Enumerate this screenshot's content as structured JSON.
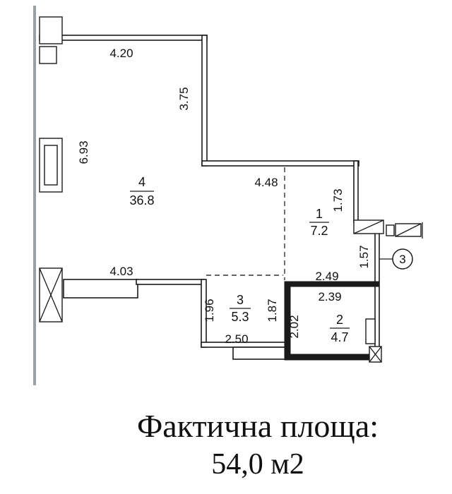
{
  "plan": {
    "dims": {
      "top_width": "4.20",
      "step_height": "3.75",
      "left_height": "6.93",
      "mid_width": "4.48",
      "room1_height": "1.73",
      "hall_width": "4.03",
      "right_height": "1.57",
      "room2_width_outer": "2.49",
      "room2_width_inner": "2.39",
      "room2_height": "2.02",
      "room3_left_height": "1.96",
      "room3_right_height": "1.87",
      "room3_width": "2.50"
    },
    "rooms": {
      "room1": {
        "num": "1",
        "area": "7.2"
      },
      "room2": {
        "num": "2",
        "area": "4.7"
      },
      "room3": {
        "num": "3",
        "area": "5.3"
      },
      "room4": {
        "num": "4",
        "area": "36.8"
      }
    },
    "marker": "3"
  },
  "footer": {
    "title": "Фактична площа:",
    "value": "54,0 м2"
  }
}
